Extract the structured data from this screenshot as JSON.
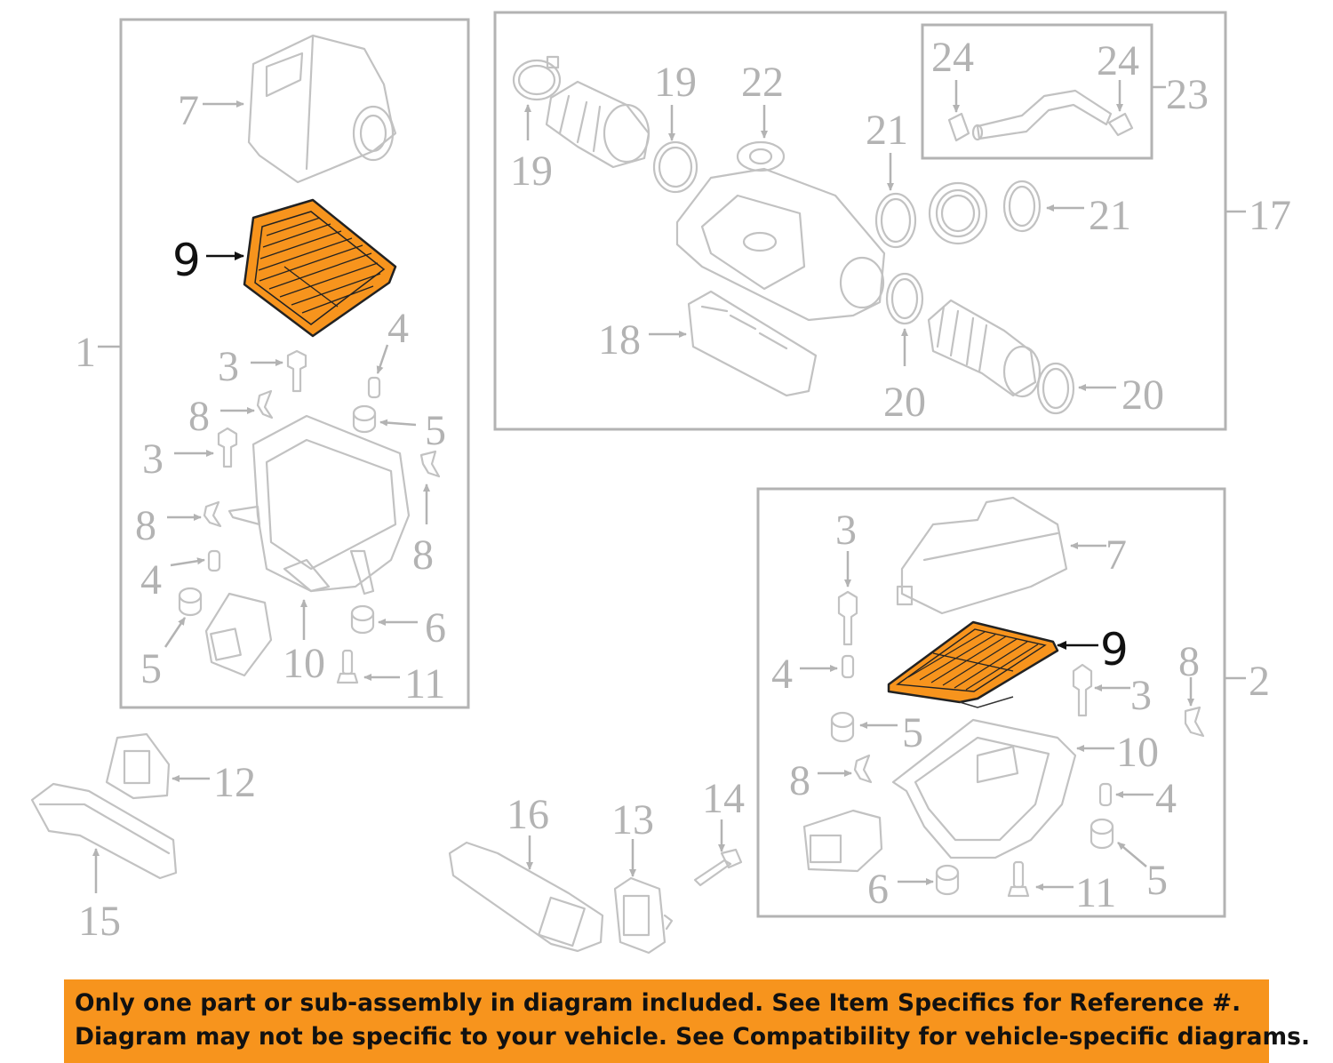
{
  "labels": {
    "g1": {
      "assembly": "1",
      "l7": "7",
      "l9": "9",
      "l3a": "3",
      "l4a": "4",
      "l8a": "8",
      "l5a": "5",
      "l3b": "3",
      "l8b": "8",
      "l8c": "8",
      "l4b": "4",
      "l5b": "5",
      "l10": "10",
      "l6": "6",
      "l11": "11"
    },
    "g17": {
      "assembly": "17",
      "l19a": "19",
      "l19b": "19",
      "l22": "22",
      "l24a": "24",
      "l24b": "24",
      "l23": "23",
      "l21a": "21",
      "l21b": "21",
      "l18": "18",
      "l20a": "20",
      "l20b": "20"
    },
    "g2": {
      "assembly": "2",
      "l3a": "3",
      "l7": "7",
      "l9": "9",
      "l4a": "4",
      "l8a": "8",
      "l3b": "3",
      "l5a": "5",
      "l10": "10",
      "l8b": "8",
      "l4b": "4",
      "l6": "6",
      "l11": "11",
      "l5b": "5"
    },
    "loose": {
      "l12": "12",
      "l15": "15",
      "l16": "16",
      "l13": "13",
      "l14": "14"
    }
  },
  "notice": {
    "line1": "Only one part or sub-assembly in diagram included. See Item Specifics for Reference #.",
    "line2": "Diagram may not be specific to your vehicle. See Compatibility for vehicle-specific diagrams."
  },
  "colors": {
    "highlight": "#f7941d",
    "line": "#b3b3b3",
    "banner": "#f7941d"
  }
}
